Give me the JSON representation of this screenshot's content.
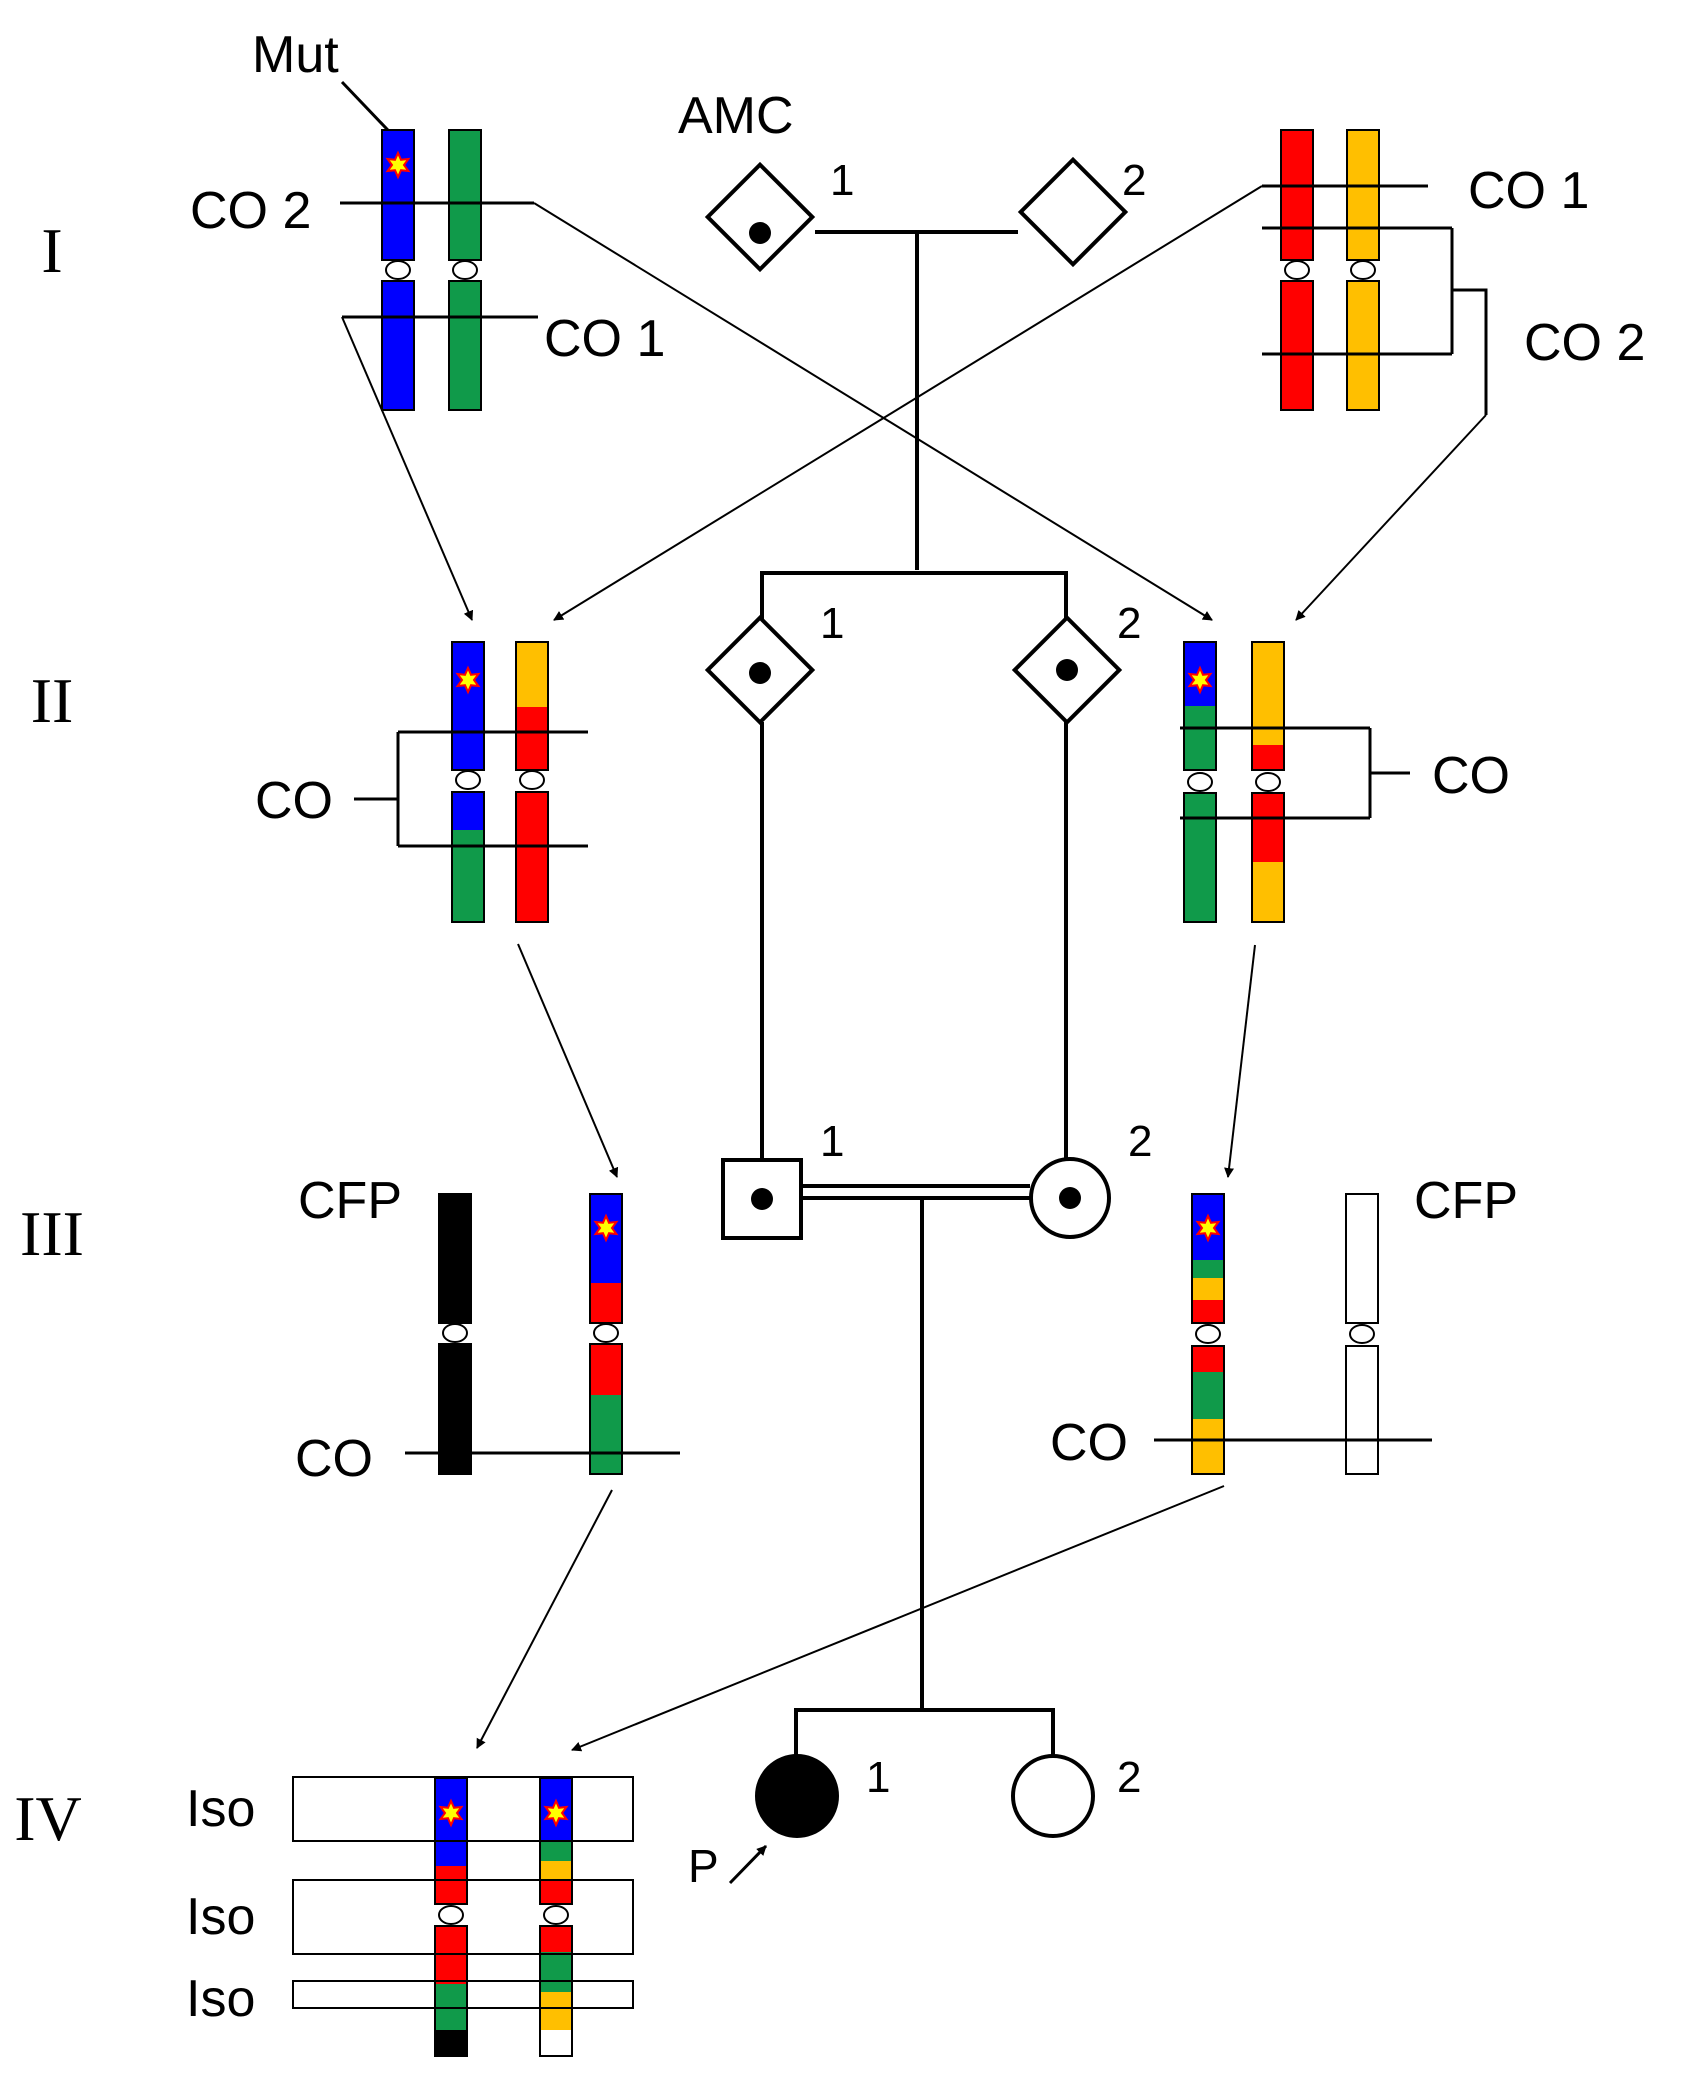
{
  "colors": {
    "blue": "#0000ff",
    "green": "#109a4a",
    "red": "#ff0000",
    "orange": "#ffbf00",
    "black": "#000000",
    "white": "#ffffff",
    "star_fill": "#ffff00",
    "star_stroke": "#ff0000"
  },
  "generations": {
    "g1": "I",
    "g2": "II",
    "g3": "III",
    "g4": "IV"
  },
  "labels": {
    "mut": "Mut",
    "amc": "AMC",
    "co": "CO",
    "co1": "CO 1",
    "co2": "CO 2",
    "cfp": "CFP",
    "iso": "Iso",
    "proband": "P"
  },
  "individuals": {
    "i1": "1",
    "i2": "2",
    "ii1": "1",
    "ii2": "2",
    "iii1": "1",
    "iii2": "2",
    "iv1": "1",
    "iv2": "2"
  },
  "icons": [
    "mutation-star-icon",
    "centromere-icon",
    "arrow-icon"
  ]
}
